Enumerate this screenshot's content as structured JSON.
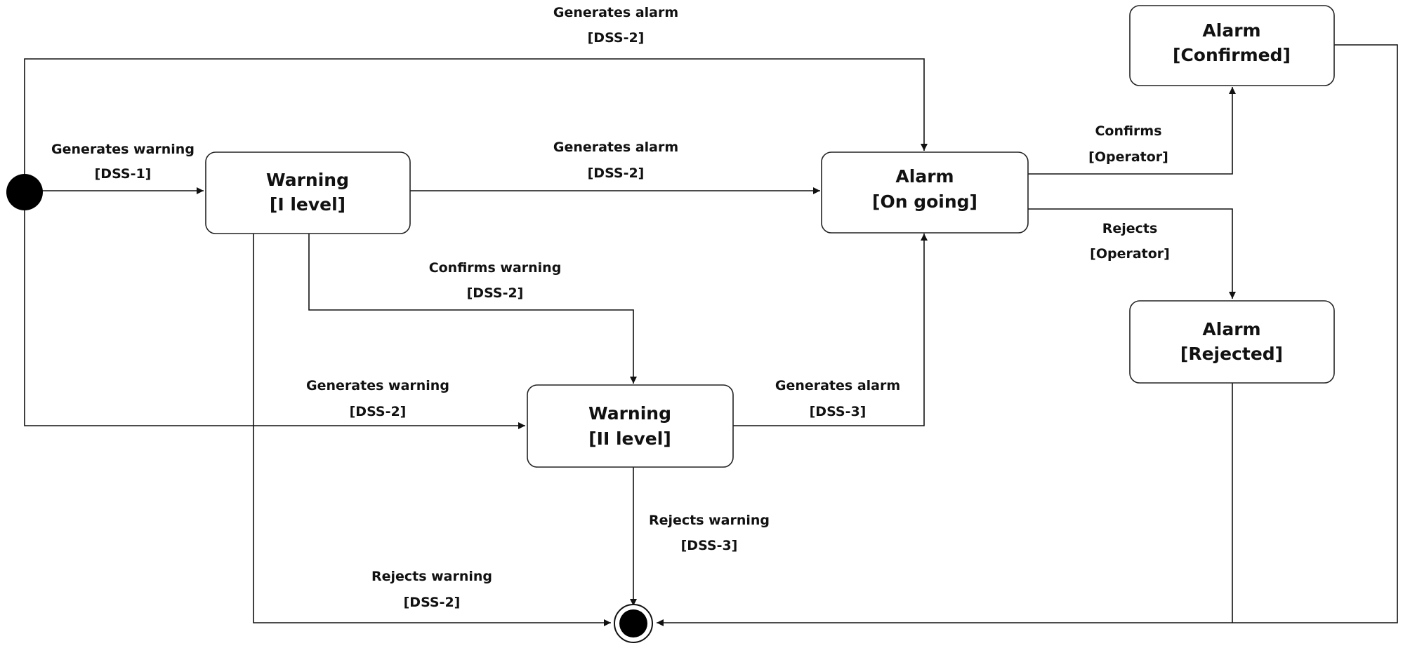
{
  "states": {
    "warning_1": {
      "line1": "Warning",
      "line2": "[I level]"
    },
    "warning_2": {
      "line1": "Warning",
      "line2": "[II level]"
    },
    "alarm_ongoing": {
      "line1": "Alarm",
      "line2": "[On going]"
    },
    "alarm_confirmed": {
      "line1": "Alarm",
      "line2": "[Confirmed]"
    },
    "alarm_rejected": {
      "line1": "Alarm",
      "line2": "[Rejected]"
    }
  },
  "transitions": {
    "start_to_alarm": {
      "event": "Generates alarm",
      "guard": "[DSS-2]"
    },
    "start_to_warning1": {
      "event": "Generates warning",
      "guard": "[DSS-1]"
    },
    "warning1_to_alarm": {
      "event": "Generates alarm",
      "guard": "[DSS-2]"
    },
    "warning1_to_warning2": {
      "event": "Confirms warning",
      "guard": "[DSS-2]"
    },
    "start_to_warning2": {
      "event": "Generates warning",
      "guard": "[DSS-2]"
    },
    "warning2_to_alarm": {
      "event": "Generates alarm",
      "guard": "[DSS-3]"
    },
    "alarm_confirms": {
      "event": "Confirms",
      "guard": "[Operator]"
    },
    "alarm_rejects": {
      "event": "Rejects",
      "guard": "[Operator]"
    },
    "warning2_rejects": {
      "event": "Rejects warning",
      "guard": "[DSS-3]"
    },
    "warning1_rejects": {
      "event": "Rejects warning",
      "guard": "[DSS-2]"
    }
  },
  "colors": {
    "stroke": "#111111",
    "fill": "#ffffff",
    "node": "#000000"
  }
}
